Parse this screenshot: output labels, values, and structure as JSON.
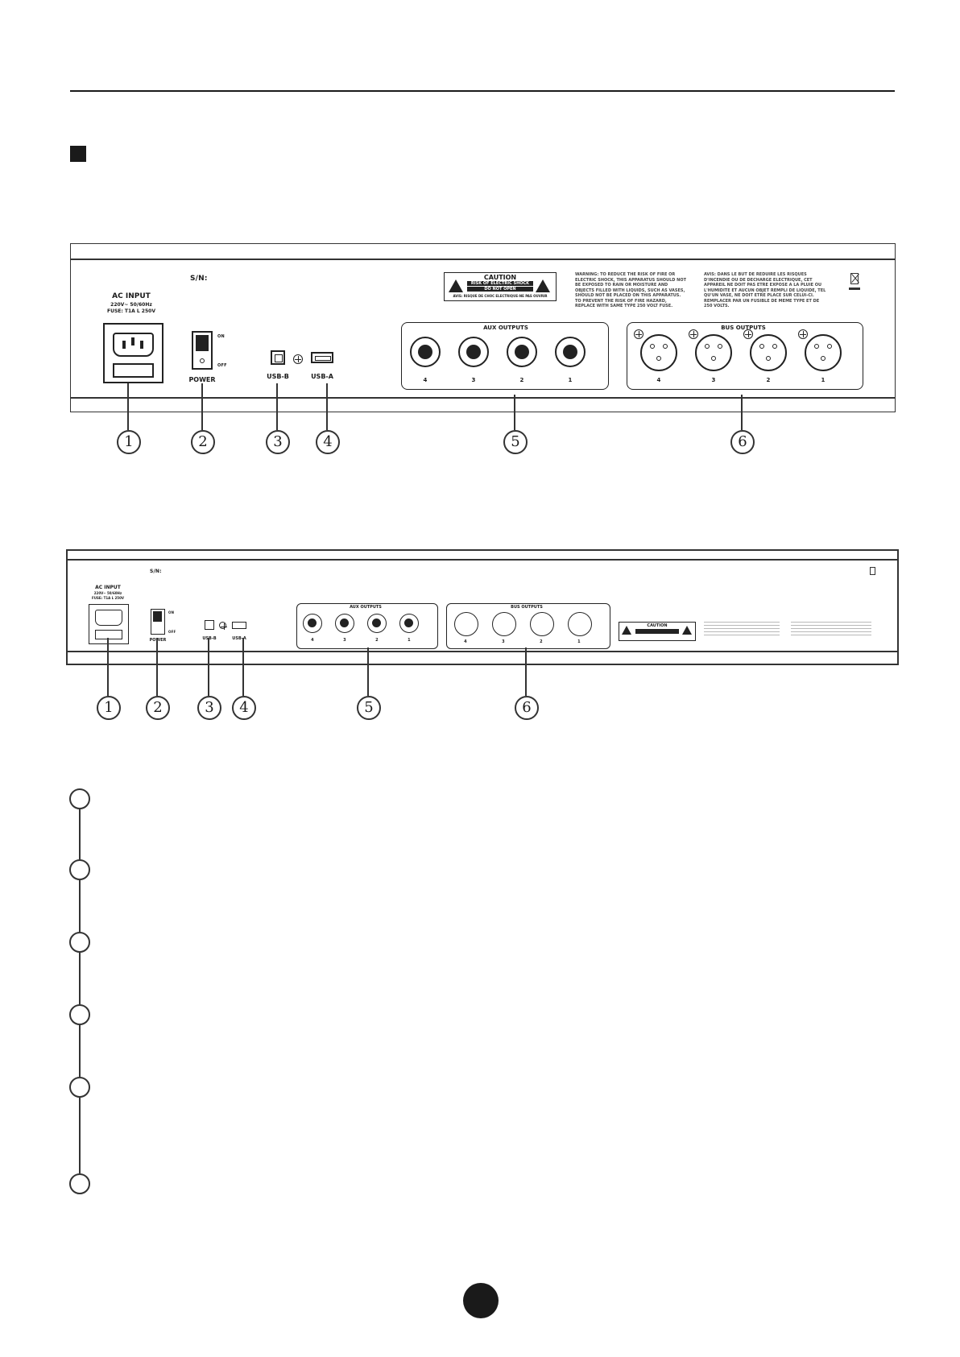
{
  "panel1": {
    "sn": "S/N:",
    "ac_input": "AC INPUT",
    "ac_spec1": "220V~ 50/60Hz",
    "ac_spec2": "FUSE: T1A L 250V",
    "on": "ON",
    "off": "OFF",
    "power": "POWER",
    "usb_b": "USB-B",
    "usb_a": "USB-A",
    "aux_outputs": "AUX OUTPUTS",
    "bus_outputs": "BUS OUTPUTS",
    "channels": [
      "4",
      "3",
      "2",
      "1"
    ],
    "caution_title": "CAUTION",
    "caution_line1": "RISK OF ELECTRIC SHOCK",
    "caution_line2": "DO NOT OPEN",
    "caution_fr": "AVIS: RISQUE DE CHOC ELECTRIQUE-NE PAS OUVRIR",
    "warning_en": "WARNING: TO REDUCE THE RISK OF FIRE OR ELECTRIC SHOCK, THIS APPARATUS SHOULD NOT BE EXPOSED TO RAIN OR MOISTURE AND OBJECTS FILLED WITH LIQUIDS, SUCH AS VASES, SHOULD NOT BE PLACED ON THIS APPARATUS. TO PREVENT THE RISK OF FIRE HAZARD, REPLACE WITH SAME TYPE 250 VOLT FUSE.",
    "warning_fr": "AVIS: DANS LE BUT DE REDUIRE LES RISQUES D'INCENDIE OU DE DECHARGE ELECTRIQUE, CET APPAREIL NE DOIT PAS ETRE EXPOSE A LA PLUIE OU L'HUMIDITE ET AUCUN OBJET REMPLI DE LIQUIDE, TEL QU'UN VASE, NE DOIT ETRE PLACE SUR CELUI-CI. REMPLACER PAR UN FUSIBLE DE MEME TYPE ET DE 250 VOLTS."
  },
  "panel2": {
    "sn": "S/N:",
    "ac_input": "AC INPUT",
    "ac_spec1": "220V~ 50/60Hz",
    "ac_spec2": "FUSE: T1A L 250V",
    "on": "ON",
    "off": "OFF",
    "power": "POWER",
    "usb_b": "USB-B",
    "usb_a": "USB-A",
    "aux_outputs": "AUX OUTPUTS",
    "bus_outputs": "BUS OUTPUTS",
    "channels": [
      "4",
      "3",
      "2",
      "1"
    ],
    "caution_title": "CAUTION"
  },
  "callouts": [
    "1",
    "2",
    "3",
    "4",
    "5",
    "6"
  ]
}
